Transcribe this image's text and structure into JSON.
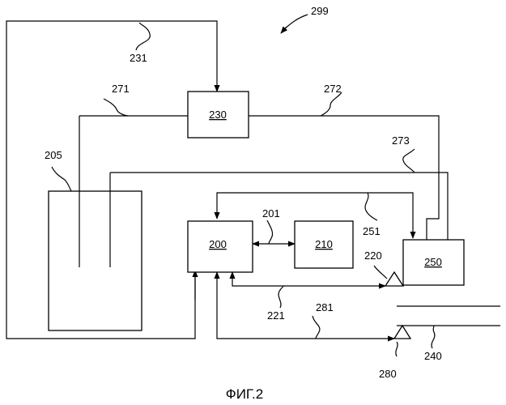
{
  "figure": {
    "caption": "ФИГ.2",
    "ref_system": "299",
    "blocks": {
      "b200": "200",
      "b210": "210",
      "b230": "230",
      "b250": "250"
    },
    "refs": {
      "r201": "201",
      "r205": "205",
      "r220": "220",
      "r221": "221",
      "r231": "231",
      "r240": "240",
      "r251": "251",
      "r271": "271",
      "r272": "272",
      "r273": "273",
      "r280": "280",
      "r281": "281"
    }
  }
}
